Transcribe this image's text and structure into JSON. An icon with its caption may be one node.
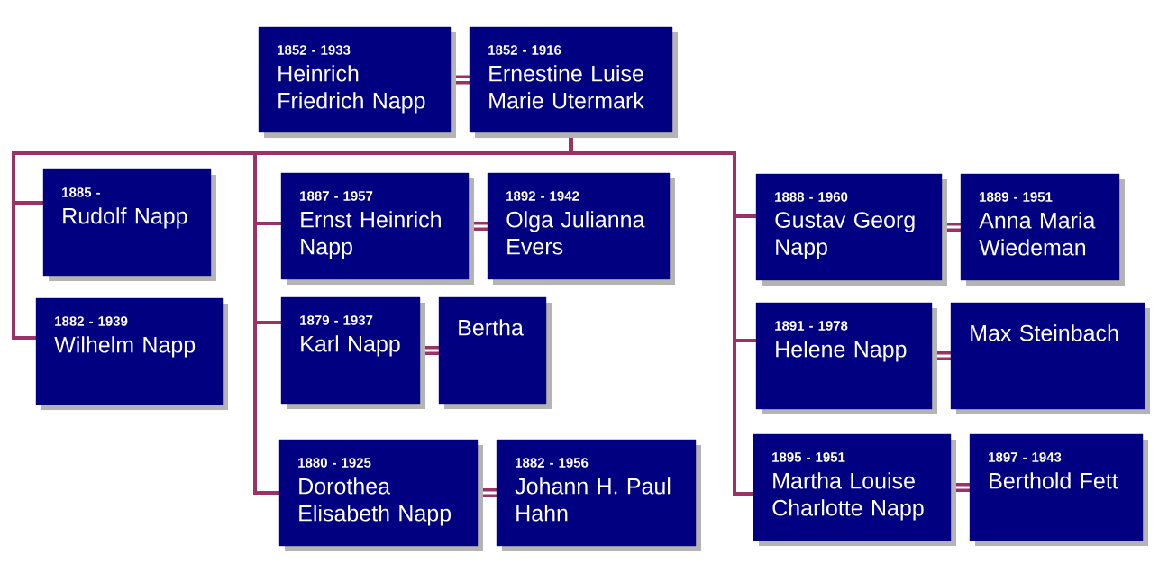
{
  "diagram": {
    "nodes": [
      {
        "text": [
          "1852 - 1933",
          "Heinrich Friedrich Napp"
        ]
      },
      {
        "text": [
          "1852 - 1916",
          "Ernestine Luise Marie Utermark"
        ]
      },
      {
        "text": [
          "1885 -",
          "Rudolf Napp"
        ]
      },
      {
        "text": [
          "1882 - 1939",
          "Wilhelm Napp"
        ]
      },
      {
        "text": [
          "1887 - 1957",
          "Ernst Heinrich Napp"
        ]
      },
      {
        "text": [
          "1892 - 1942",
          "Olga Julianna Evers"
        ]
      },
      {
        "text": [
          "1879 - 1937",
          "Karl Napp"
        ]
      },
      {
        "text": [
          "Bertha"
        ]
      },
      {
        "text": [
          "1880 - 1925",
          "Dorothea Elisabeth Napp"
        ]
      },
      {
        "text": [
          "1882 - 1956",
          "Johann H. Paul Hahn"
        ]
      },
      {
        "text": [
          "1888 - 1960",
          "Gustav Georg Napp"
        ]
      },
      {
        "text": [
          "1889 - 1951",
          "Anna Maria Wiedeman"
        ]
      },
      {
        "text": [
          "1891 - 1978",
          "Helene Napp"
        ]
      },
      {
        "text": [
          "Max Steinbach"
        ]
      },
      {
        "text": [
          "1895 - 1951",
          "Martha Louise Charlotte Napp"
        ]
      },
      {
        "text": [
          "1897 - 1943",
          "Berthold Fett"
        ]
      }
    ],
    "edges": [
      {
        "from": 0,
        "to": 1,
        "arrow": "none",
        "style": "thick"
      },
      {
        "from": 4,
        "to": 5,
        "arrow": "none",
        "style": "thick"
      },
      {
        "from": 6,
        "to": 7,
        "arrow": "none",
        "style": "thick"
      },
      {
        "from": 8,
        "to": 9,
        "arrow": "none",
        "style": "thick"
      },
      {
        "from": 10,
        "to": 11,
        "arrow": "none",
        "style": "thick"
      },
      {
        "from": 12,
        "to": 13,
        "arrow": "none",
        "style": "thick"
      },
      {
        "from": 14,
        "to": 15,
        "arrow": "none",
        "style": "thick"
      },
      {
        "from": 1,
        "to": 2,
        "arrow": "none"
      },
      {
        "from": 1,
        "to": 3,
        "arrow": "none"
      },
      {
        "from": 1,
        "to": 4,
        "arrow": "none"
      },
      {
        "from": 1,
        "to": 6,
        "arrow": "none"
      },
      {
        "from": 1,
        "to": 8,
        "arrow": "none"
      },
      {
        "from": 1,
        "to": 10,
        "arrow": "none"
      },
      {
        "from": 1,
        "to": 12,
        "arrow": "none"
      },
      {
        "from": 1,
        "to": 14,
        "arrow": "none"
      }
    ]
  }
}
